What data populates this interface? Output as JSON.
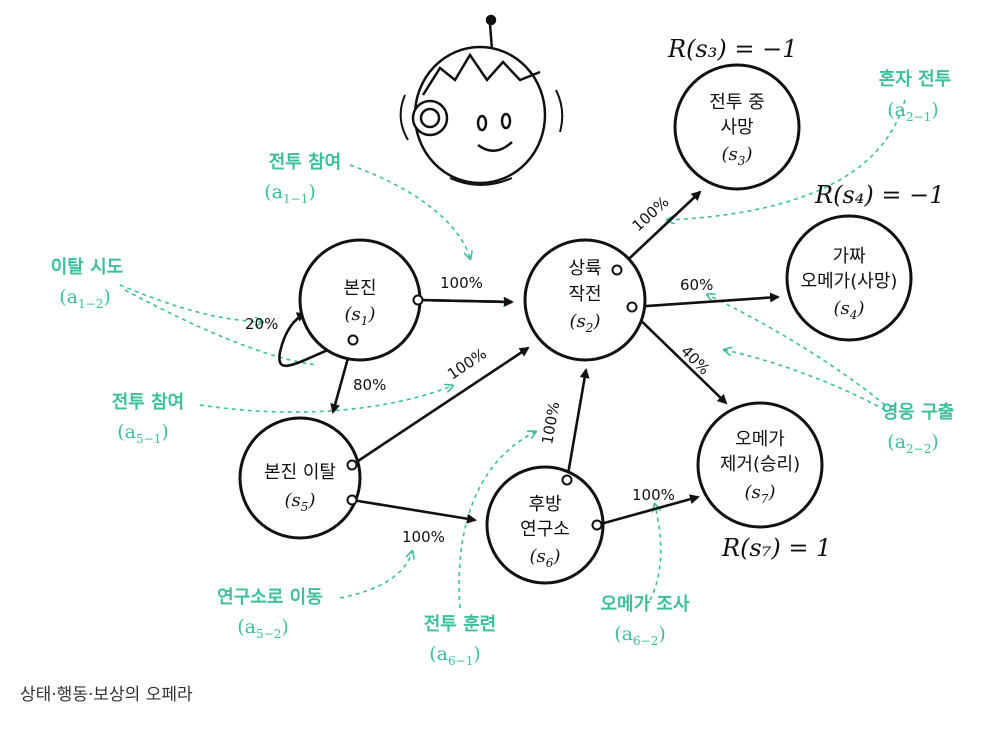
{
  "colors": {
    "action": "#3dbf9a",
    "line": "#111111"
  },
  "states": {
    "s1": {
      "label": "본진",
      "sub": "(s",
      "idx": "1",
      "close": ")"
    },
    "s2": {
      "label1": "상륙",
      "label2": "작전",
      "sub": "(s",
      "idx": "2",
      "close": ")"
    },
    "s3": {
      "label1": "전투 중",
      "label2": "사망",
      "sub": "(s",
      "idx": "3",
      "close": ")"
    },
    "s4": {
      "label1": "가짜",
      "label2": "오메가(사망)",
      "sub": "(s",
      "idx": "4",
      "close": ")"
    },
    "s5": {
      "label": "본진 이탈",
      "sub": "(s",
      "idx": "5",
      "close": ")"
    },
    "s6": {
      "label1": "후방",
      "label2": "연구소",
      "sub": "(s",
      "idx": "6",
      "close": ")"
    },
    "s7": {
      "label1": "오메가",
      "label2": "제거(승리)",
      "sub": "(s",
      "idx": "7",
      "close": ")"
    }
  },
  "rewards": {
    "r3": "R(s₃) = −1",
    "r4": "R(s₄) = −1",
    "r7": "R(s₇) = 1"
  },
  "probabilities": {
    "s1_s2": "100%",
    "s1_self": "20%",
    "s1_s5": "80%",
    "s5_s2": "100%",
    "s5_s6": "100%",
    "s6_s2": "100%",
    "s6_s7": "100%",
    "s2_s3": "100%",
    "s2_s4": "60%",
    "s2_s7": "40%"
  },
  "actions": [
    {
      "name": "전투 참여",
      "sym": "(a",
      "idx": "1−1",
      "close": ")"
    },
    {
      "name": "이탈 시도",
      "sym": "(a",
      "idx": "1−2",
      "close": ")"
    },
    {
      "name": "전투 참여",
      "sym": "(a",
      "idx": "5−1",
      "close": ")"
    },
    {
      "name": "연구소로 이동",
      "sym": "(a",
      "idx": "5−2",
      "close": ")"
    },
    {
      "name": "전투 훈련",
      "sym": "(a",
      "idx": "6−1",
      "close": ")"
    },
    {
      "name": "오메가 조사",
      "sym": "(a",
      "idx": "6−2",
      "close": ")"
    },
    {
      "name": "혼자 전투",
      "sym": "(a",
      "idx": "2−1",
      "close": ")"
    },
    {
      "name": "영웅 구출",
      "sym": "(a",
      "idx": "2−2",
      "close": ")"
    }
  ],
  "caption": "상태·행동·보상의 오페라"
}
